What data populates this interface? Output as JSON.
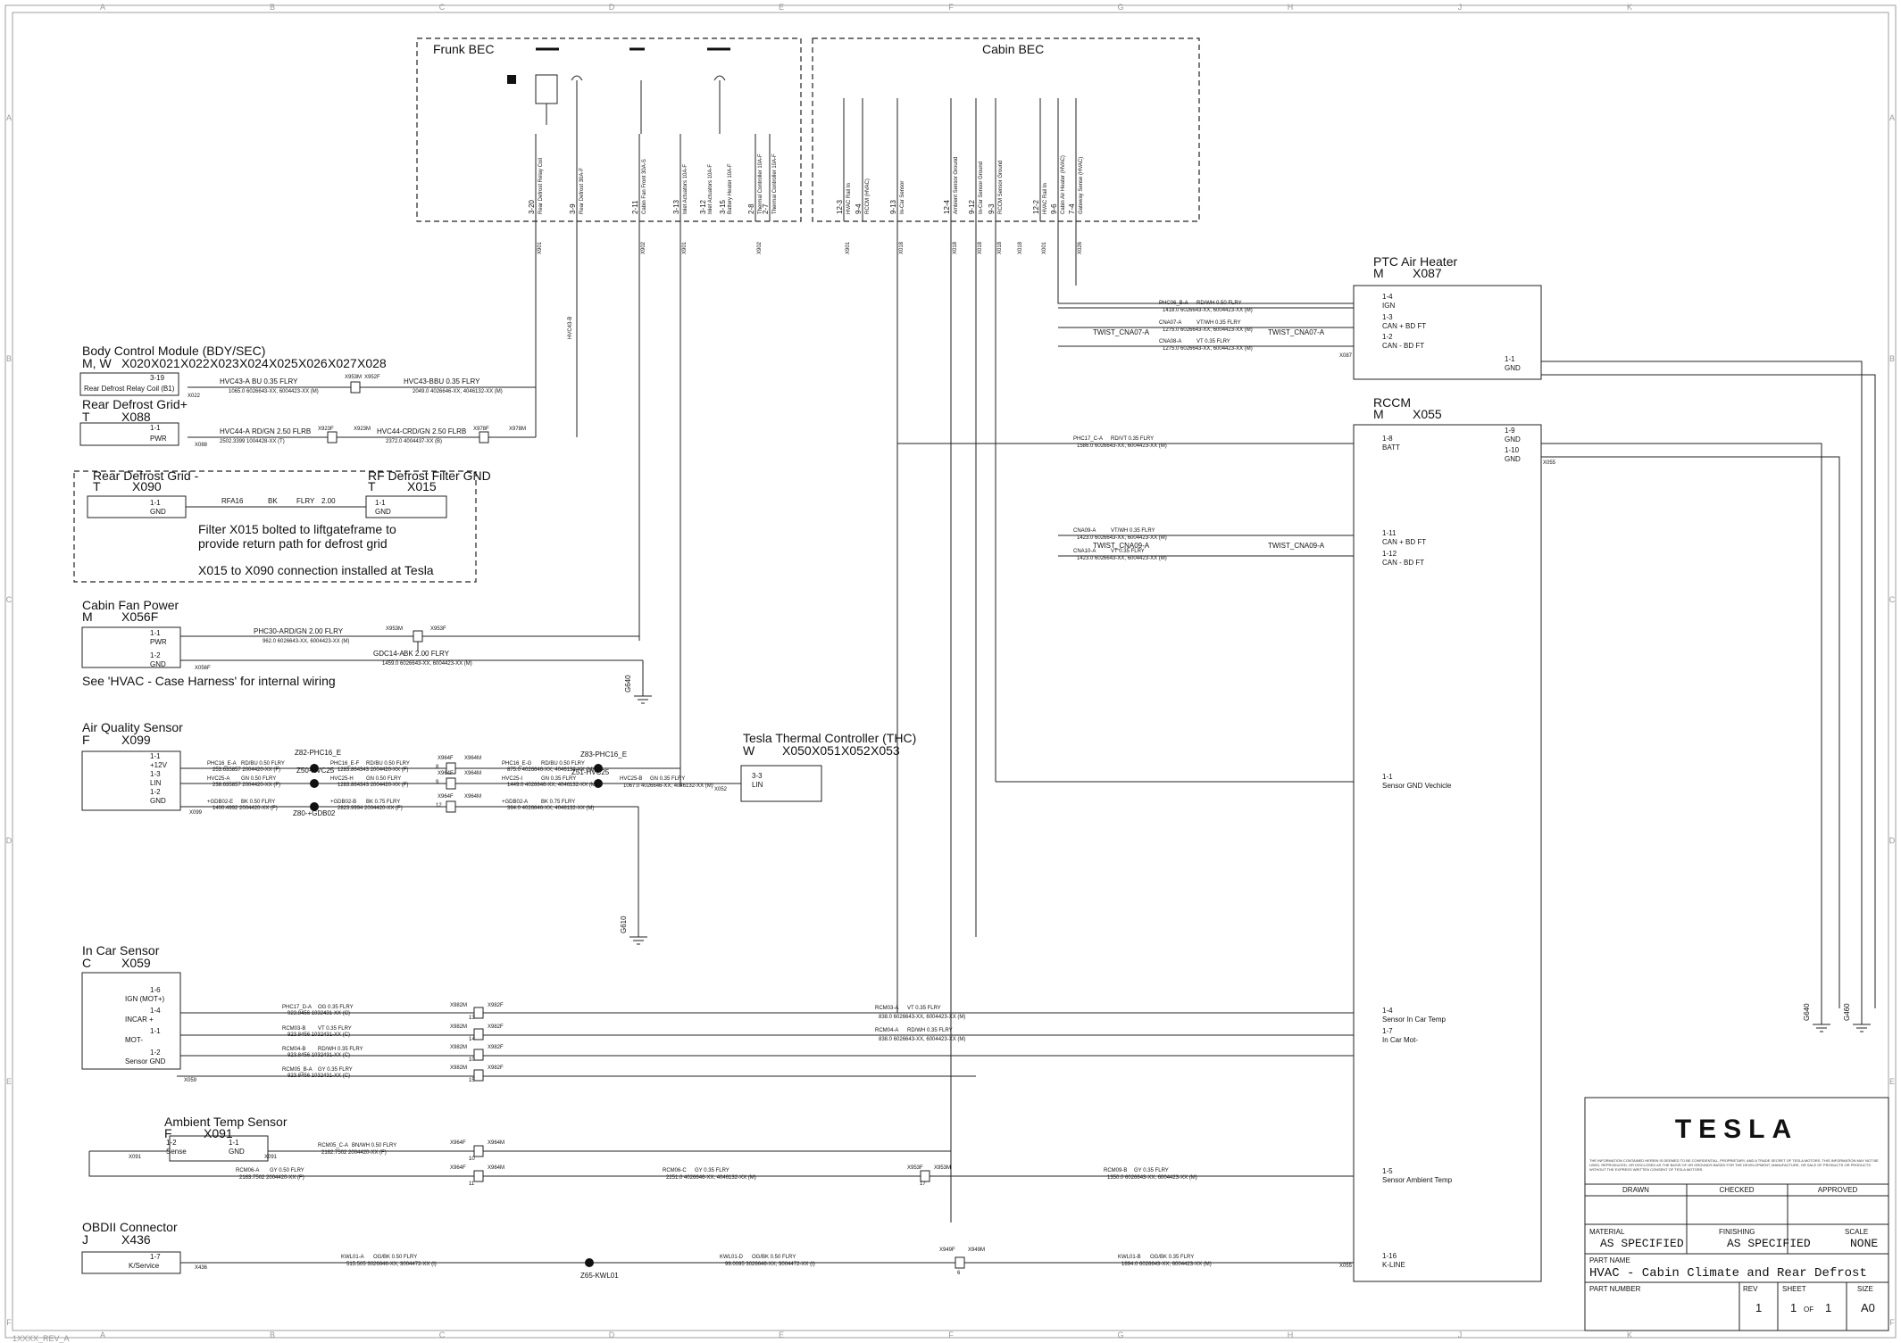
{
  "frame": {
    "cols": [
      "A",
      "B",
      "C",
      "D",
      "E",
      "F",
      "G",
      "H",
      "J",
      "K"
    ],
    "rows": [
      "A",
      "B",
      "C",
      "D",
      "E",
      "F"
    ],
    "bottom_note": "1XXXX_REV_A"
  },
  "bec": {
    "frunk": {
      "title": "Frunk BEC",
      "pins": [
        "3-20",
        "3-9",
        "2-11",
        "3-13",
        "2-8",
        "2-7"
      ],
      "pin_labels": [
        "Rear Defrost Relay Coil",
        "Rear Defrost 30A-F",
        "Cabin Fan Front 30A-S",
        "Inlet Actuators 10A-F",
        "Thermal Controller 10A-F",
        "Thermal Controller 10A-F"
      ],
      "extra_labels": [
        "Inlet Actuators 10A-F",
        "Battery Heater 10A-F"
      ],
      "extra_pins": [
        "3-12",
        "3-15"
      ]
    },
    "cabin": {
      "title": "Cabin BEC",
      "pins": [
        "12-3",
        "9-4",
        "9-13",
        "12-4",
        "9-12",
        "9-3",
        "12-2",
        "9-6",
        "7-4"
      ],
      "pin_labels": [
        "HVAC Rail In",
        "RCCM (HVAC)",
        "In-Car Sensor",
        "Ambient Sensor Ground",
        "In-Car Sensor Ground",
        "RCCM Sensor Ground",
        "HVAC Rail In",
        "Cabin Air Heater (HVAC)",
        "Gateway Sense (HVAC)"
      ],
      "connectors": [
        "X901",
        "X018",
        "X018",
        "X018",
        "X018",
        "X018",
        "X001",
        "X026"
      ]
    },
    "frunk_connectors": [
      "X901",
      "X902",
      "X901",
      "X902"
    ]
  },
  "left": [
    {
      "title": "Body Control Module (BDY/SEC)",
      "sub": "M, W",
      "conns": [
        "X020",
        "X021",
        "X022",
        "X023",
        "X024",
        "X025",
        "X026",
        "X027",
        "X028"
      ],
      "pin": "3-19",
      "pin_label": "Rear Defrost Relay Coil (B1)",
      "wire1": "HVC43-A",
      "spec1": "BU  0.35  FLRY",
      "len1": "1065.0  6026643-XX, 6004423-XX (M)",
      "mid": "X953M",
      "mid2": "X952F",
      "wire2": "HVC43-B",
      "spec2": "BU  0.35  FLRY",
      "len2": "2049.0  4026646-XX, 4046132-XX (M)",
      "tag": "X022"
    },
    {
      "title": "Rear Defrost Grid+",
      "sub": "T",
      "conns": [
        "X088"
      ],
      "pin": "1-1",
      "pin_label": "PWR",
      "wire1": "HVC44-A",
      "spec1": "RD/GN  2.50  FLRB",
      "len1": "2502.3399  1004428-XX (T)",
      "mid": "X923F",
      "mid2": "X923M",
      "wire2": "HVC44-C",
      "spec2": "RD/GN  2.50  FLRB",
      "len2": "2372.0  4004437-XX (B)",
      "tag": "X088",
      "mid3": "X978F",
      "mid4": "X978M"
    }
  ],
  "defrost_box": {
    "left_title": "Rear Defrost Grid -",
    "left_sub": "T",
    "left_conn": "X090",
    "right_title": "RF Defrost Filter GND",
    "right_sub": "T",
    "right_conn": "X015",
    "pin": "1-1",
    "pin_label": "GND",
    "pin2": "1-1",
    "pin2_label": "GND",
    "wire": "RFA16",
    "color": "BK",
    "type": "FLRY",
    "gauge": "2.00",
    "note1": "Filter X015 bolted to liftgateframe to",
    "note2": "provide return path for defrost grid",
    "note3": "X015 to X090 connection installed at Tesla"
  },
  "fan": {
    "title": "Cabin Fan Power",
    "sub": "M",
    "conn": "X056F",
    "pins": [
      [
        "1-1",
        "PWR"
      ],
      [
        "1-2",
        "GND"
      ]
    ],
    "wires": [
      {
        "id": "PHC30-A",
        "spec": "RD/GN  2.00  FLRY",
        "len": "962.0  6026643-XX, 6004423-XX (M)"
      },
      {
        "id": "GDC14-A",
        "spec": "BK  2.00  FLRY",
        "len": "1459.0  6026643-XX, 6004423-XX (M)"
      }
    ],
    "mid": "X953M",
    "mid2": "X953F",
    "ground": "G640",
    "note": "See 'HVAC - Case Harness' for internal wiring",
    "tag": "X056F"
  },
  "aqs": {
    "title": "Air Quality Sensor",
    "sub": "F",
    "conn": "X099",
    "pins": [
      [
        "1-1",
        "+12V"
      ],
      [
        "1-3",
        "LIN"
      ],
      [
        "1-2",
        "GND"
      ]
    ],
    "splices": [
      "Z82-PHC16_E",
      "Z50-HVC25",
      "Z80-+GDB02",
      "Z83-PHC16_E",
      "Z51-HVC25"
    ],
    "wires": [
      {
        "id": "PHC16_E-A",
        "spec": "RD/BU  0.50  FLRY",
        "len": "253.635857  2004420-XX (F)"
      },
      {
        "id": "HVC25-A",
        "spec": "GN  0.50  FLRY",
        "len": "238.635857  2004420-XX (F)"
      },
      {
        "id": "+GDB02-E",
        "spec": "BK  0.50  FLRY",
        "len": "1400.4992  2004420-XX (F)"
      }
    ],
    "wires_b": [
      {
        "id": "PHC16_E-F",
        "spec": "RD/BU  0.50  FLRY",
        "len": "1283.864343  2004420-XX (F)"
      },
      {
        "id": "HVC25-H",
        "spec": "GN  0.50  FLRY",
        "len": "1283.864343  2004420-XX (F)"
      },
      {
        "id": "+GDB02-B",
        "spec": "BK  0.75  FLRY",
        "len": "2823.9994  2004420-XX (F)"
      }
    ],
    "wires_c": [
      {
        "id": "PHC16_E-G",
        "spec": "RD/BU  0.50  FLRY",
        "len": "875.0  4026646-XX, 4046132-XX (M)"
      },
      {
        "id": "HVC25-I",
        "spec": "GN  0.35  FLRY",
        "len": "1449.0  4026646-XX, 4046132-XX (M)"
      },
      {
        "id": "+GDB02-A",
        "spec": "BK  0.75  FLRY",
        "len": "364.0  4026646-XX, 4046132-XX (M)"
      }
    ],
    "wire_d": {
      "id": "HVC25-B",
      "spec": "GN  0.35  FLRY",
      "len": "1067.0  4026646-XX, 4046132-XX (M)"
    },
    "inline": [
      [
        "X964F",
        "X964M",
        "8"
      ],
      [
        "X964F",
        "X964M",
        "9"
      ],
      [
        "X964F",
        "X964M",
        "12"
      ]
    ],
    "ground": "G610",
    "tag": "X099"
  },
  "thc": {
    "title": "Tesla Thermal Controller (THC)",
    "sub": "W",
    "conns": [
      "X050",
      "X051",
      "X052",
      "X053"
    ],
    "pin": "3-3",
    "pin_label": "LIN",
    "tag": "X052"
  },
  "incar": {
    "title": "In Car Sensor",
    "sub": "C",
    "conn": "X059",
    "pins": [
      [
        "1-6",
        "IGN (MOT+)"
      ],
      [
        "1-4",
        "INCAR +"
      ],
      [
        "1-1",
        "MOT-"
      ],
      [
        "1-2",
        "Sensor GND"
      ]
    ],
    "wires": [
      {
        "id": "PHC17_D-A",
        "spec": "OG  0.35  FLRY",
        "len": "923.8456  1032431-XX (C)"
      },
      {
        "id": "RCM03-B",
        "spec": "VT  0.35  FLRY",
        "len": "923.8456  1032431-XX (C)"
      },
      {
        "id": "RCM04-B",
        "spec": "RD/WH  0.35  FLRY",
        "len": "923.8456  1032431-XX (C)"
      },
      {
        "id": "RCM05_B-A",
        "spec": "GY  0.35  FLRY",
        "len": "923.8456  1032431-XX (C)"
      }
    ],
    "inline": [
      [
        "X982M",
        "X982F",
        "13"
      ],
      [
        "X982M",
        "X982F",
        "14"
      ],
      [
        "X982M",
        "X982F",
        "10"
      ],
      [
        "X982M",
        "X982F",
        "15"
      ]
    ],
    "right_wires": [
      {
        "id": "RCM03-A",
        "spec": "VT  0.35  FLRY",
        "len": "838.0  6026643-XX, 6004423-XX (M)"
      },
      {
        "id": "RCM04-A",
        "spec": "RD/WH  0.35  FLRY",
        "len": "838.0  6026643-XX, 6004423-XX (M)"
      }
    ],
    "tag": "X059"
  },
  "ambient": {
    "title": "Ambient Temp Sensor",
    "sub": "F",
    "conn": "X091",
    "pins": [
      [
        "1-2",
        "Sense"
      ],
      [
        "1-1",
        "GND"
      ]
    ],
    "wires": [
      {
        "id": "RCM05_C-A",
        "spec": "BN/WH  0.50  FLRY",
        "len": "2162.7502  2004420-XX (F)"
      },
      {
        "id": "RCM06-A",
        "spec": "GY  0.50  FLRY",
        "len": "2163.7502  2004420-XX (F)"
      }
    ],
    "inline": [
      [
        "X964F",
        "X964M",
        "10"
      ],
      [
        "X964F",
        "X964M",
        "11"
      ]
    ],
    "mid_wire": {
      "id": "RCM06-C",
      "spec": "GY  0.35  FLRY",
      "len": "2251.0  4026646-XX, 4046132-XX (M)"
    },
    "mid_inline": [
      "X953F",
      "X953M",
      "17"
    ],
    "right_wire": {
      "id": "RCM09-B",
      "spec": "GY  0.35  FLRY",
      "len": "1350.0  6026643-XX, 6004423-XX (M)"
    },
    "tags": [
      "X091",
      "X091"
    ]
  },
  "obd": {
    "title": "OBDII Connector",
    "sub": "J",
    "conn": "X436",
    "pin": "1-7",
    "pin_label": "K/Service",
    "wire1": {
      "id": "KWL01-A",
      "spec": "OG/BK  0.50  FLRY",
      "len": "515.505  3026646-XX, 3004472-XX (I)"
    },
    "splice": "Z65-KWL01",
    "wire2": {
      "id": "KWL01-D",
      "spec": "OG/BK  0.50  FLRY",
      "len": "99.0095  3026646-XX, 3004472-XX (I)"
    },
    "inline": [
      "X949F",
      "X949M",
      "6"
    ],
    "wire3": {
      "id": "KWL01-B",
      "spec": "OG/BK  0.35  FLRY",
      "len": "1694.0  6026643-XX, 6004423-XX (M)"
    },
    "tag": "X436"
  },
  "ptc": {
    "title": "PTC Air Heater",
    "sub": "M",
    "conn": "X087",
    "pins": [
      [
        "1-4",
        "IGN"
      ],
      [
        "1-3",
        "CAN + BD FT"
      ],
      [
        "1-2",
        "CAN - BD FT"
      ],
      [
        "1-1",
        "GND"
      ]
    ],
    "wires": [
      {
        "id": "PHC06_B-A",
        "spec": "RD/WH  0.50  FLRY",
        "len": "1418.0  6026643-XX, 6004423-XX (M)"
      },
      {
        "id": "CNA07-A",
        "spec": "VT/WH  0.35  FLRY",
        "len": "1275.0  6026643-XX, 6004423-XX (M)"
      },
      {
        "id": "CNA08-A",
        "spec": "VT  0.35  FLRY",
        "len": "1275.0  6026643-XX, 6004423-XX (M)"
      }
    ],
    "twist": "TWIST_CNA07-A",
    "tag": "X087"
  },
  "rccm": {
    "title": "RCCM",
    "sub": "M",
    "conn": "X055",
    "pins": [
      [
        "1-8",
        "BATT"
      ],
      [
        "1-9",
        "GND"
      ],
      [
        "1-10",
        "GND"
      ],
      [
        "1-11",
        "CAN + BD FT"
      ],
      [
        "1-12",
        "CAN - BD FT"
      ],
      [
        "1-1",
        "Sensor GND Vechicle"
      ],
      [
        "1-4",
        "Sensor In Car Temp"
      ],
      [
        "1-7",
        "In Car Mot-"
      ],
      [
        "1-5",
        "Sensor Ambient Temp"
      ],
      [
        "1-16",
        "K-LINE"
      ]
    ],
    "wires": [
      {
        "id": "PHC17_C-A",
        "spec": "RD/VT  0.35  FLRY",
        "len": "1586.0  6026643-XX, 6004423-XX (M)"
      },
      {
        "id": "CNA09-A",
        "spec": "VT/WH  0.35  FLRY",
        "len": "1423.0  6026643-XX, 6004423-XX (M)"
      },
      {
        "id": "CNA10-A",
        "spec": "VT  0.35  FLRY",
        "len": "1423.0  6026643-XX, 6004423-XX (M)"
      }
    ],
    "twist": "TWIST_CNA09-A",
    "tag": "X055",
    "tag2": "X055"
  },
  "grounds_right": [
    "G640",
    "G460"
  ],
  "title_block": {
    "logo": "TESLA",
    "disclaimer": "THE INFORMATION CONTAINED HEREIN IS DEEMED TO BE CONFIDENTIAL, PROPRIETARY, AND A TRADE SECRET OF TESLA MOTORS. THIS INFORMATION MAY NOT BE USED, REPRODUCED, OR DISCLOSED AS THE BASIS OF OR GROUNDS BASED FOR THE DEVELOPMENT, MANUFACTURE, OR SALE OF PRODUCTS OR PRODUCTS WITHOUT THE EXPRESS WRITTEN CONSENT OF TESLA MOTORS.",
    "drawn": "DRAWN",
    "checked": "CHECKED",
    "approved": "APPROVED",
    "material_label": "MATERIAL",
    "material": "AS SPECIFIED",
    "finishing_label": "FINISHING",
    "finishing": "AS SPECIFIED",
    "scale_label": "SCALE",
    "scale": "NONE",
    "part_name_label": "PART NAME",
    "part_name": "HVAC - Cabin Climate and Rear Defrost",
    "part_number_label": "PART NUMBER",
    "rev_label": "REV",
    "rev": "1",
    "sheet_label": "SHEET",
    "sheet": "1",
    "sheet_of": "OF",
    "sheet_total": "1",
    "size_label": "SIZE",
    "size": "A0"
  }
}
